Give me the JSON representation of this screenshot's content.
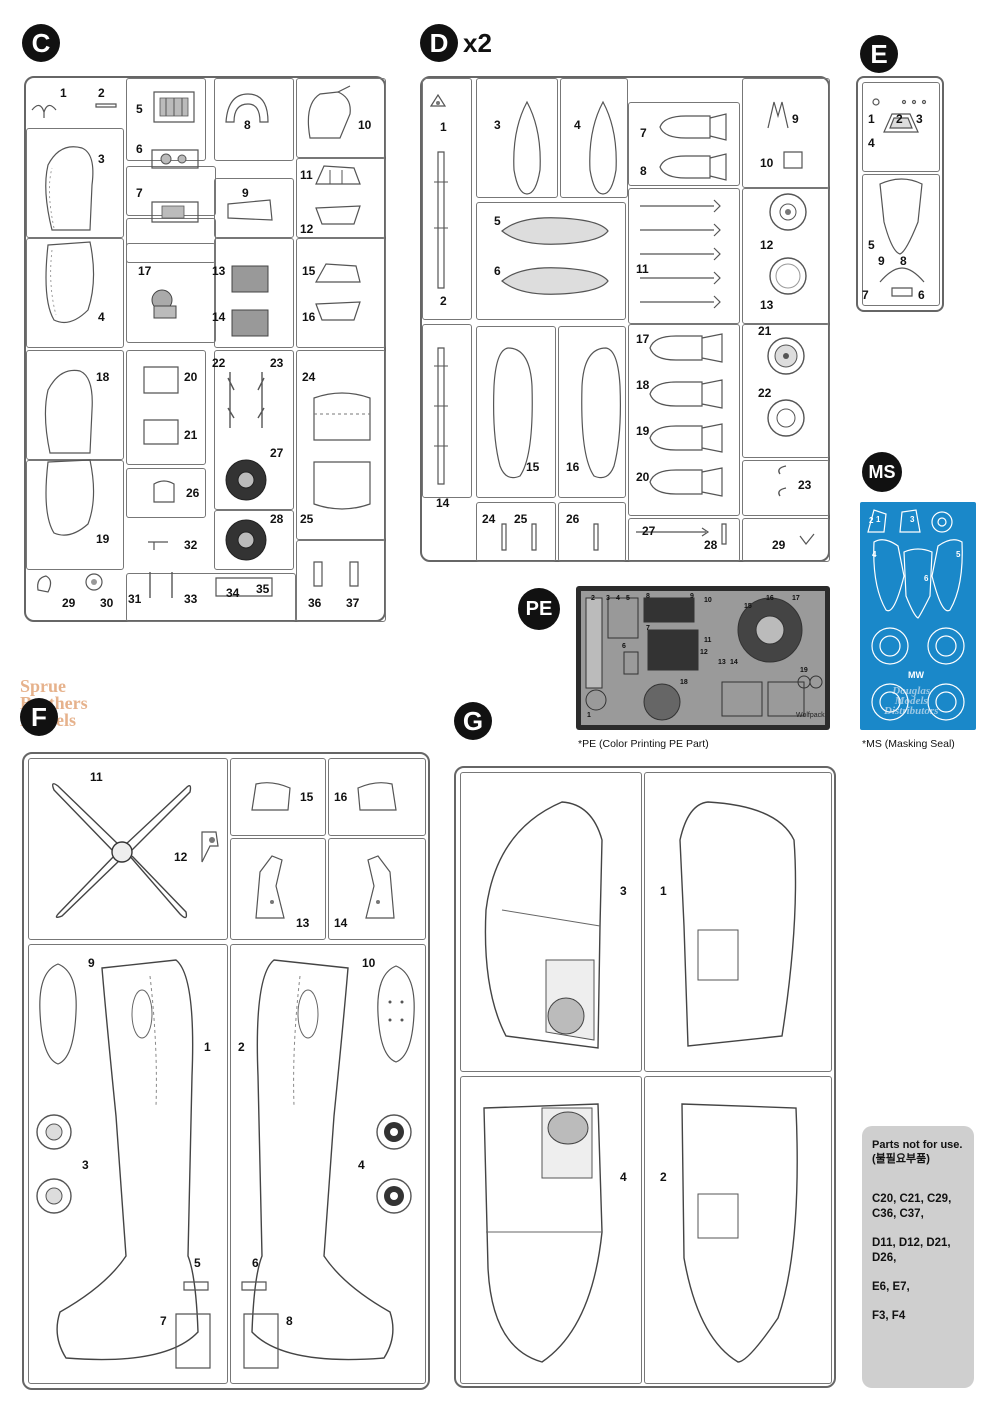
{
  "sprues": {
    "C": {
      "letter": "C",
      "labels": [
        "1",
        "2",
        "3",
        "4",
        "5",
        "6",
        "7",
        "8",
        "9",
        "10",
        "11",
        "12",
        "13",
        "14",
        "15",
        "16",
        "17",
        "18",
        "19",
        "20",
        "21",
        "22",
        "23",
        "24",
        "25",
        "26",
        "27",
        "28",
        "29",
        "30",
        "31",
        "32",
        "33",
        "34",
        "35",
        "36",
        "37"
      ]
    },
    "D": {
      "letter": "D",
      "multiplier": "x2",
      "labels": [
        "1",
        "2",
        "3",
        "4",
        "5",
        "6",
        "7",
        "8",
        "9",
        "10",
        "11",
        "12",
        "13",
        "14",
        "15",
        "16",
        "17",
        "18",
        "19",
        "20",
        "21",
        "22",
        "23",
        "24",
        "25",
        "26",
        "27",
        "28",
        "29"
      ]
    },
    "E": {
      "letter": "E",
      "labels": [
        "1",
        "2",
        "3",
        "4",
        "5",
        "6",
        "7",
        "8",
        "9"
      ]
    },
    "F": {
      "letter": "F",
      "labels": [
        "1",
        "2",
        "3",
        "4",
        "5",
        "6",
        "7",
        "8",
        "9",
        "10",
        "11",
        "12",
        "13",
        "14",
        "15",
        "16"
      ]
    },
    "G": {
      "letter": "G",
      "labels": [
        "1",
        "2",
        "3",
        "4"
      ]
    }
  },
  "pe": {
    "badge": "PE",
    "caption": "*PE (Color Printing PE Part)",
    "labels": [
      "1",
      "2",
      "3",
      "4",
      "5",
      "6",
      "7",
      "8",
      "9",
      "10",
      "11",
      "12",
      "13",
      "14",
      "15",
      "16",
      "17",
      "18",
      "19"
    ],
    "brand": "Wolfpack"
  },
  "ms": {
    "badge": "MS",
    "caption": "*MS (Masking Seal)",
    "labels": [
      "1",
      "2",
      "3",
      "4",
      "5",
      "6"
    ],
    "mark": "MW"
  },
  "watermarks": {
    "sbm": [
      "Sprue",
      "Brothers",
      "Models"
    ],
    "dmd": [
      "Douglas",
      "Models",
      "Distributors"
    ]
  },
  "parts_not_for_use": {
    "title": "Parts not for use.",
    "subtitle": "(불필요부품)",
    "lines": [
      "C20, C21, C29, C36, C37,",
      "D11, D12, D21, D26,",
      "E6, E7,",
      "F3, F4"
    ]
  },
  "colors": {
    "stroke": "#555555",
    "badge": "#111111",
    "pe_fret": "#9a9a9a",
    "ms_sheet": "#1a88c9",
    "notes_bg": "#cfcfcf"
  }
}
